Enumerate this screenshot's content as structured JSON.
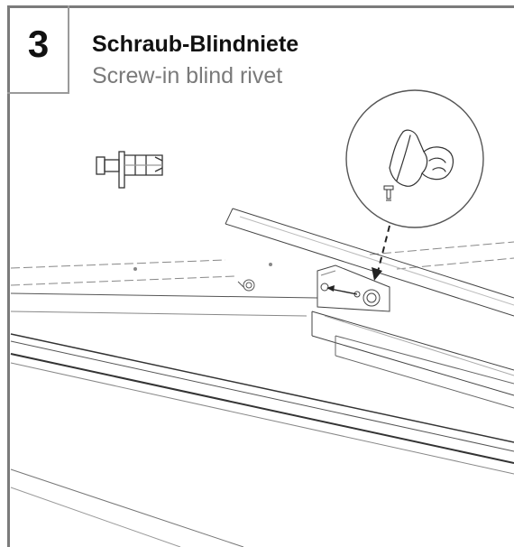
{
  "step": {
    "number": "3"
  },
  "heading": {
    "title": "Schraub-Blindniete",
    "subtitle": "Screw-in blind rivet"
  },
  "illustration": {
    "parts": [
      "blind-rivet-icon",
      "hand-detail-icon",
      "rail-assembly-drawing",
      "mounting-bracket-icon"
    ],
    "frame_color": "#7b7b7b"
  }
}
